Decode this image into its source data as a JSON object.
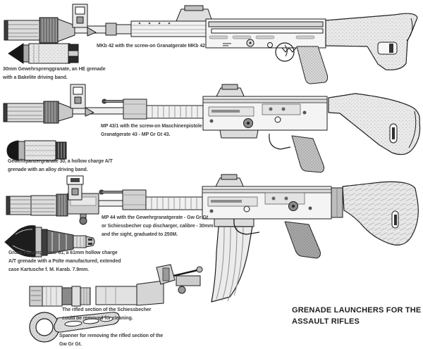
{
  "page": {
    "kind": "book-plate scanned illustration",
    "colors": {
      "background": "#ffffff",
      "ink": "#1b1b1b",
      "caption_text": "#3d3d3d"
    }
  },
  "heading": {
    "lines": [
      "GRENADE LAUNCHERS FOR THE",
      "ASSAULT RIFLES"
    ]
  },
  "captions": {
    "mkb42": [
      "MKb 42 with the screw-on Granatgerate MKb 42."
    ],
    "he_grenade": [
      "30mm Gewehrsprenggranate, an HE grenade",
      "with a Bakelite driving band."
    ],
    "mp431": [
      "MP 43/1 with the screw-on Maschinenpistole",
      "Granatgerate 43 - MP Gr Gt 43."
    ],
    "panzergranate30": [
      "Gewehrpanzergranate 30, a hollow charge A/T",
      "grenade with an alloy driving band."
    ],
    "mp44": [
      "MP 44 with the Gewehrgranatgerate - Gw Gr Gt",
      "or Schiessbecher cup discharger, calibre - 30mm",
      "and the sight, graduated to 250M."
    ],
    "gross_panzergranate61": [
      "Gross Panzergranate 61, a 61mm hollow charge",
      "A/T grenade with a Polte manufactured, extended",
      "case Kartusche f. M. Karab. 7.9mm."
    ],
    "rifled_section": [
      "The rifled section of the Schiessbecher",
      "could be removed for cleaning."
    ],
    "spanner": [
      "Spanner for removing the rifled section of the",
      "Gw Gr Gt."
    ]
  }
}
